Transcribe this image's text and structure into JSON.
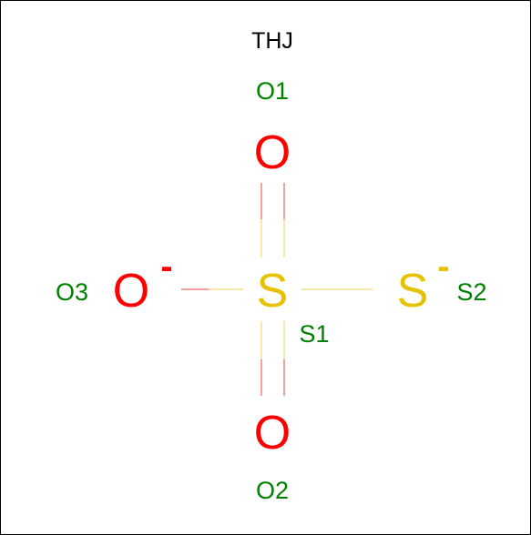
{
  "title": "THJ",
  "colors": {
    "oxygen": "#ff0000",
    "sulfur": "#e6c200",
    "label": "#008000",
    "title": "#000000",
    "bond_oxygen": "#f08080",
    "bond_sulfur": "#f5e08a"
  },
  "atoms": [
    {
      "id": "S1",
      "symbol": "S",
      "element": "sulfur",
      "charge": "",
      "label": "S1"
    },
    {
      "id": "O1",
      "symbol": "O",
      "element": "oxygen",
      "charge": "",
      "label": "O1"
    },
    {
      "id": "O2",
      "symbol": "O",
      "element": "oxygen",
      "charge": "",
      "label": "O2"
    },
    {
      "id": "O3",
      "symbol": "O",
      "element": "oxygen",
      "charge": "-",
      "label": "O3"
    },
    {
      "id": "S2",
      "symbol": "S",
      "element": "sulfur",
      "charge": "-",
      "label": "S2"
    }
  ],
  "bonds": [
    {
      "from": "S1",
      "to": "O1",
      "order": 2
    },
    {
      "from": "S1",
      "to": "O2",
      "order": 2
    },
    {
      "from": "S1",
      "to": "O3",
      "order": 1
    },
    {
      "from": "S1",
      "to": "S2",
      "order": 1
    }
  ]
}
